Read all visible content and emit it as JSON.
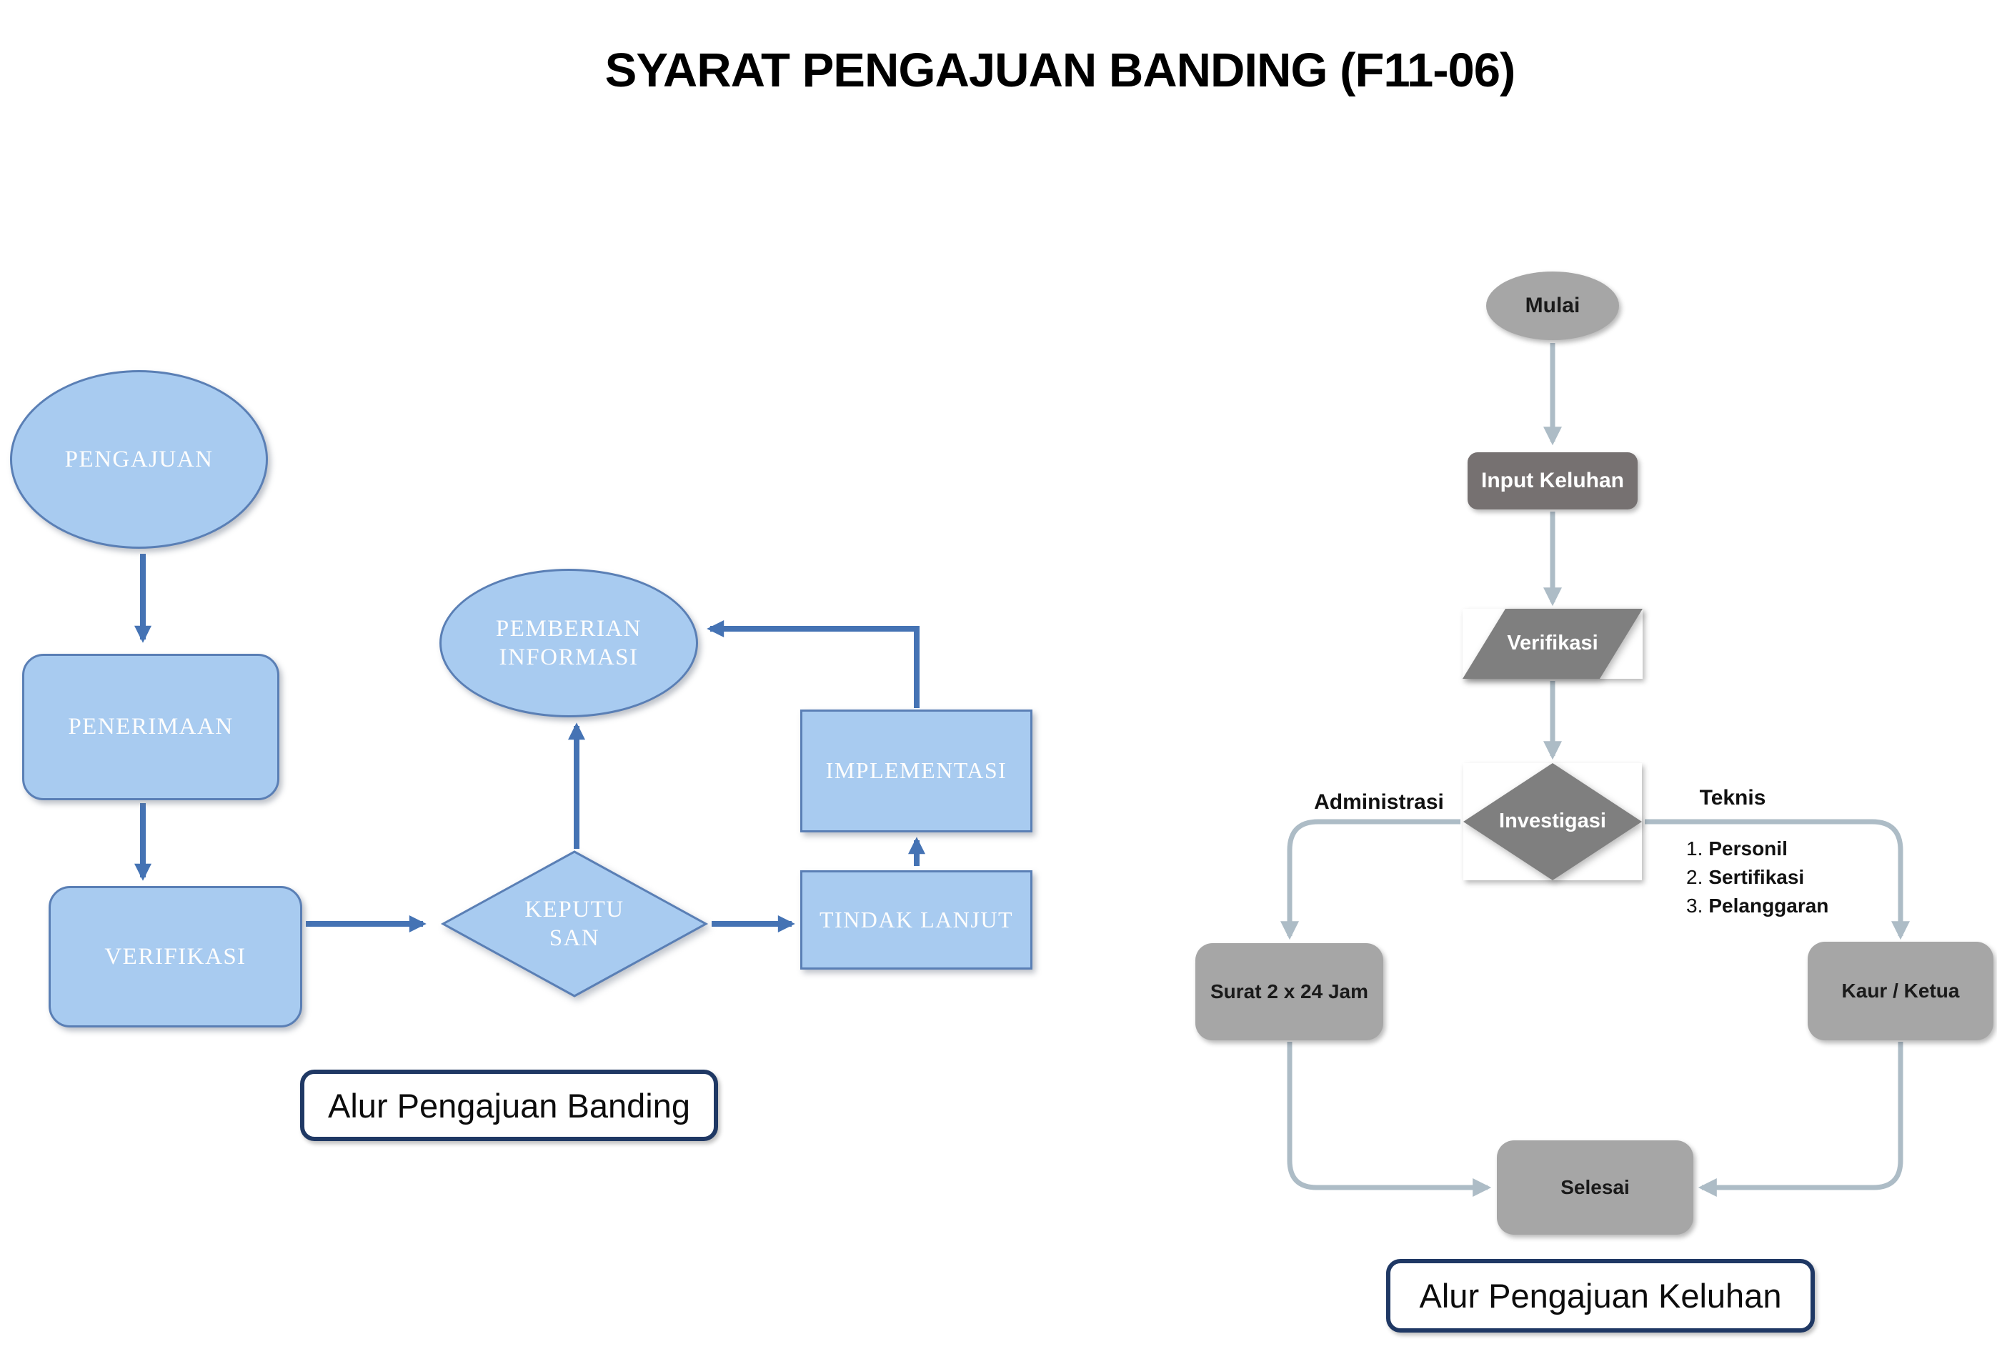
{
  "page_title": "SYARAT PENGAJUAN BANDING (F11-06)",
  "colors": {
    "blue_fill": "#A8CBF0",
    "blue_border": "#5A7FB5",
    "blue_arrow": "#4573B4",
    "gray_node": "#A6A6A6",
    "gray_dark_node": "#767171",
    "gray_mid_node": "#7F7F7F",
    "gray_arrow": "#ADBCC6",
    "caption_border": "#1F3864"
  },
  "banding_flow": {
    "caption": "Alur Pengajuan Banding",
    "pengajuan": "PENGAJUAN",
    "penerimaan": "PENERIMAAN",
    "verifikasi": "VERIFIKASI",
    "keputusan_line1": "KEPUTU",
    "keputusan_line2": "SAN",
    "pemberian_line1": "PEMBERIAN",
    "pemberian_line2": "INFORMASI",
    "implementasi": "IMPLEMENTASI",
    "tindak_lanjut": "TINDAK LANJUT"
  },
  "keluhan_flow": {
    "caption": "Alur Pengajuan Keluhan",
    "mulai": "Mulai",
    "input_keluhan": "Input Keluhan",
    "verifikasi": "Verifikasi",
    "investigasi": "Investigasi",
    "branch_left": "Administrasi",
    "branch_right": "Teknis",
    "teknis_list": [
      {
        "num": "1.",
        "text": "Personil"
      },
      {
        "num": "2.",
        "text": "Sertifikasi"
      },
      {
        "num": "3.",
        "text": "Pelanggaran"
      }
    ],
    "surat": "Surat 2 x 24 Jam",
    "kaur_ketua": "Kaur / Ketua",
    "selesai": "Selesai"
  }
}
